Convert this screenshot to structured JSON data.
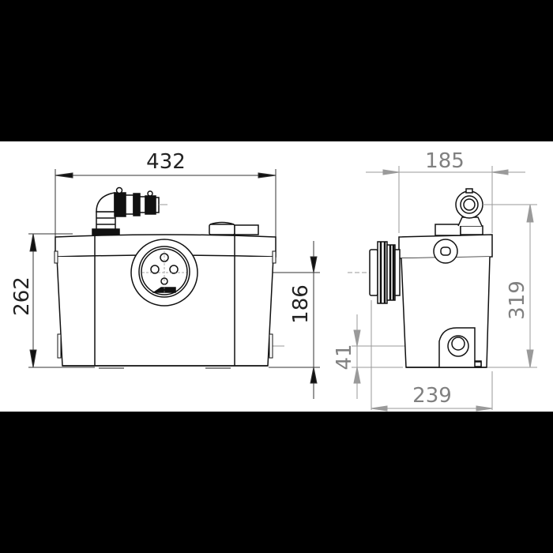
{
  "drawing": {
    "type": "technical dimension drawing",
    "views": {
      "front": {
        "dimensions": {
          "width": "432",
          "height": "262",
          "inlet_height": "186"
        }
      },
      "side": {
        "dimensions": {
          "depth": "185",
          "total_height": "319",
          "outlet_height": "41",
          "total_depth": "239"
        }
      }
    },
    "colors": {
      "background_bars": "#000000",
      "paper": "#ffffff",
      "outline": "#111111",
      "front_dim_text": "#222222",
      "side_dim_text": "#808080",
      "side_dim_lines": "#9a9a9a"
    }
  }
}
